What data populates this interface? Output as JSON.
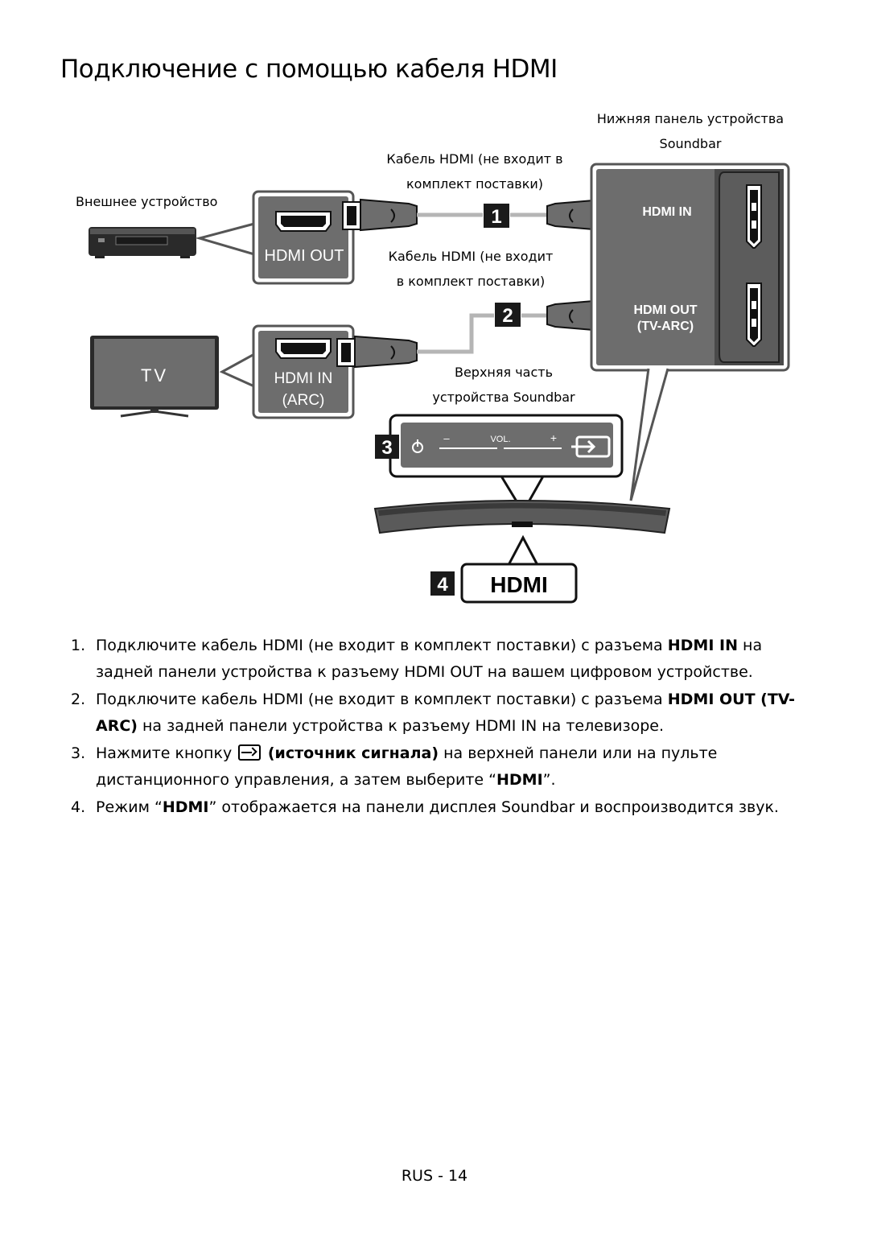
{
  "page": {
    "title": "Подключение с помощью кабеля HDMI",
    "footer": "RUS - 14"
  },
  "diagram": {
    "labels": {
      "bottom_panel_line1": "Нижняя панель устройства",
      "bottom_panel_line2": "Soundbar",
      "cable1_line1": "Кабель HDMI (не входит в",
      "cable1_line2": "комплект поставки)",
      "external_device": "Внешнее устройство",
      "cable2_line1": "Кабель HDMI (не входит",
      "cable2_line2": "в комплект поставки)",
      "top_panel_line1": "Верхняя часть",
      "top_panel_line2": "устройства Soundbar"
    },
    "ports": {
      "hdmi_out": "HDMI OUT",
      "hdmi_in_arc_line1": "HDMI IN",
      "hdmi_in_arc_line2": "(ARC)",
      "soundbar_hdmi_in": "HDMI IN",
      "soundbar_hdmi_out_line1": "HDMI OUT",
      "soundbar_hdmi_out_line2": "(TV-ARC)"
    },
    "tv_label": "TV",
    "vol_label": "VOL.",
    "minus": "–",
    "plus": "+",
    "display_text": "HDMI",
    "markers": [
      "1",
      "2",
      "3",
      "4"
    ]
  },
  "steps": [
    {
      "num": "1.",
      "p1": "Подключите кабель HDMI (не входит в комплект поставки) с разъема ",
      "b1": "HDMI IN",
      "p2": " на задней панели устройства к разъему HDMI OUT на вашем цифровом устройстве."
    },
    {
      "num": "2.",
      "p1": "Подключите кабель HDMI (не входит в комплект поставки) с разъема ",
      "b1": "HDMI OUT (TV-ARC)",
      "p2": " на задней панели устройства к разъему HDMI IN на телевизоре."
    },
    {
      "num": "3.",
      "p1": "Нажмите кнопку ",
      "icon": "source-icon",
      "b1": " (источник сигнала)",
      "p2": " на верхней панели или на пульте дистанционного управления, а затем выберите “",
      "b2": "HDMI",
      "p3": "”."
    },
    {
      "num": "4.",
      "p1": "Режим “",
      "b1": "HDMI",
      "p2": "” отображается на панели дисплея Soundbar и воспроизводится звук."
    }
  ],
  "colors": {
    "panel_gray": "#6d6d6d",
    "panel_dark": "#4a4a4a",
    "cable_gray": "#b5b5b5",
    "port_text": "#ffffff"
  }
}
